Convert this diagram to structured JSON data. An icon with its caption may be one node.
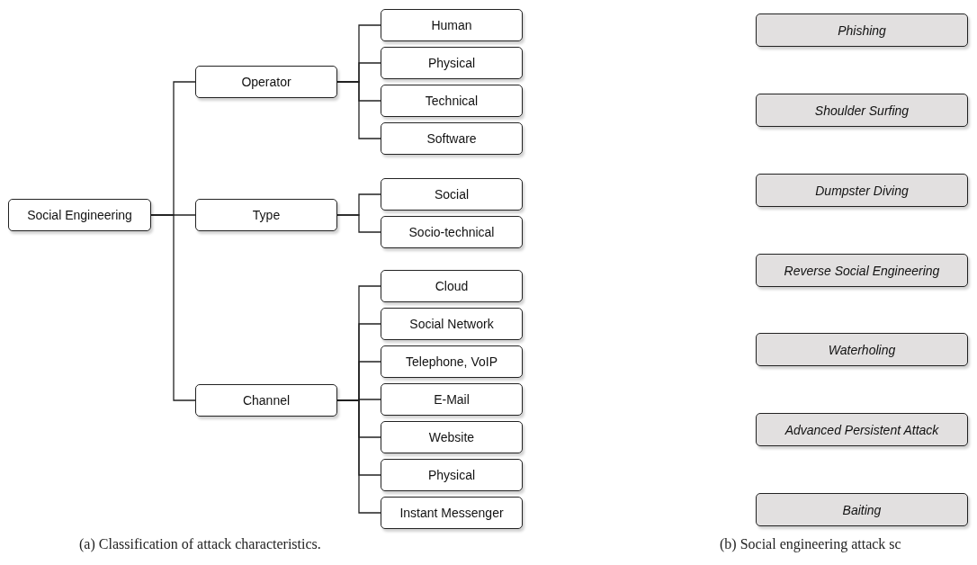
{
  "diagram": {
    "nodes": [
      {
        "text": [
          "Social Engineering"
        ]
      },
      {
        "text": [
          "Operator"
        ]
      },
      {
        "text": [
          "Human"
        ]
      },
      {
        "text": [
          "Physical"
        ]
      },
      {
        "text": [
          "Technical"
        ]
      },
      {
        "text": [
          "Software"
        ]
      },
      {
        "text": [
          "Type"
        ]
      },
      {
        "text": [
          "Social"
        ]
      },
      {
        "text": [
          "Socio-technical"
        ]
      },
      {
        "text": [
          "Channel"
        ]
      },
      {
        "text": [
          "Cloud"
        ]
      },
      {
        "text": [
          "Social Network"
        ]
      },
      {
        "text": [
          "Telephone, VoIP"
        ]
      },
      {
        "text": [
          "E-Mail"
        ]
      },
      {
        "text": [
          "Website"
        ]
      },
      {
        "text": [
          "Physical"
        ]
      },
      {
        "text": [
          "Instant Messenger"
        ]
      },
      {
        "text": [
          "Phishing"
        ]
      },
      {
        "text": [
          "Shoulder Surfing"
        ]
      },
      {
        "text": [
          "Dumpster Diving"
        ]
      },
      {
        "text": [
          "Reverse Social Engineering"
        ]
      },
      {
        "text": [
          "Waterholing"
        ]
      },
      {
        "text": [
          "Advanced Persistent Attack"
        ]
      },
      {
        "text": [
          "Baiting"
        ]
      }
    ],
    "edges": [
      {
        "from": 0,
        "to": 1,
        "arrow": "none"
      },
      {
        "from": 0,
        "to": 6,
        "arrow": "none"
      },
      {
        "from": 0,
        "to": 9,
        "arrow": "none"
      },
      {
        "from": 1,
        "to": 2,
        "arrow": "none"
      },
      {
        "from": 1,
        "to": 3,
        "arrow": "none"
      },
      {
        "from": 1,
        "to": 4,
        "arrow": "none"
      },
      {
        "from": 1,
        "to": 5,
        "arrow": "none"
      },
      {
        "from": 6,
        "to": 7,
        "arrow": "none"
      },
      {
        "from": 6,
        "to": 8,
        "arrow": "none"
      },
      {
        "from": 9,
        "to": 10,
        "arrow": "none"
      },
      {
        "from": 9,
        "to": 11,
        "arrow": "none"
      },
      {
        "from": 9,
        "to": 12,
        "arrow": "none"
      },
      {
        "from": 9,
        "to": 13,
        "arrow": "none"
      },
      {
        "from": 9,
        "to": 14,
        "arrow": "none"
      },
      {
        "from": 9,
        "to": 15,
        "arrow": "none"
      },
      {
        "from": 9,
        "to": 16,
        "arrow": "none"
      }
    ],
    "labels": [
      "(a) Classification of attack characteristics.",
      "(b) Social engineering attack sc"
    ]
  }
}
